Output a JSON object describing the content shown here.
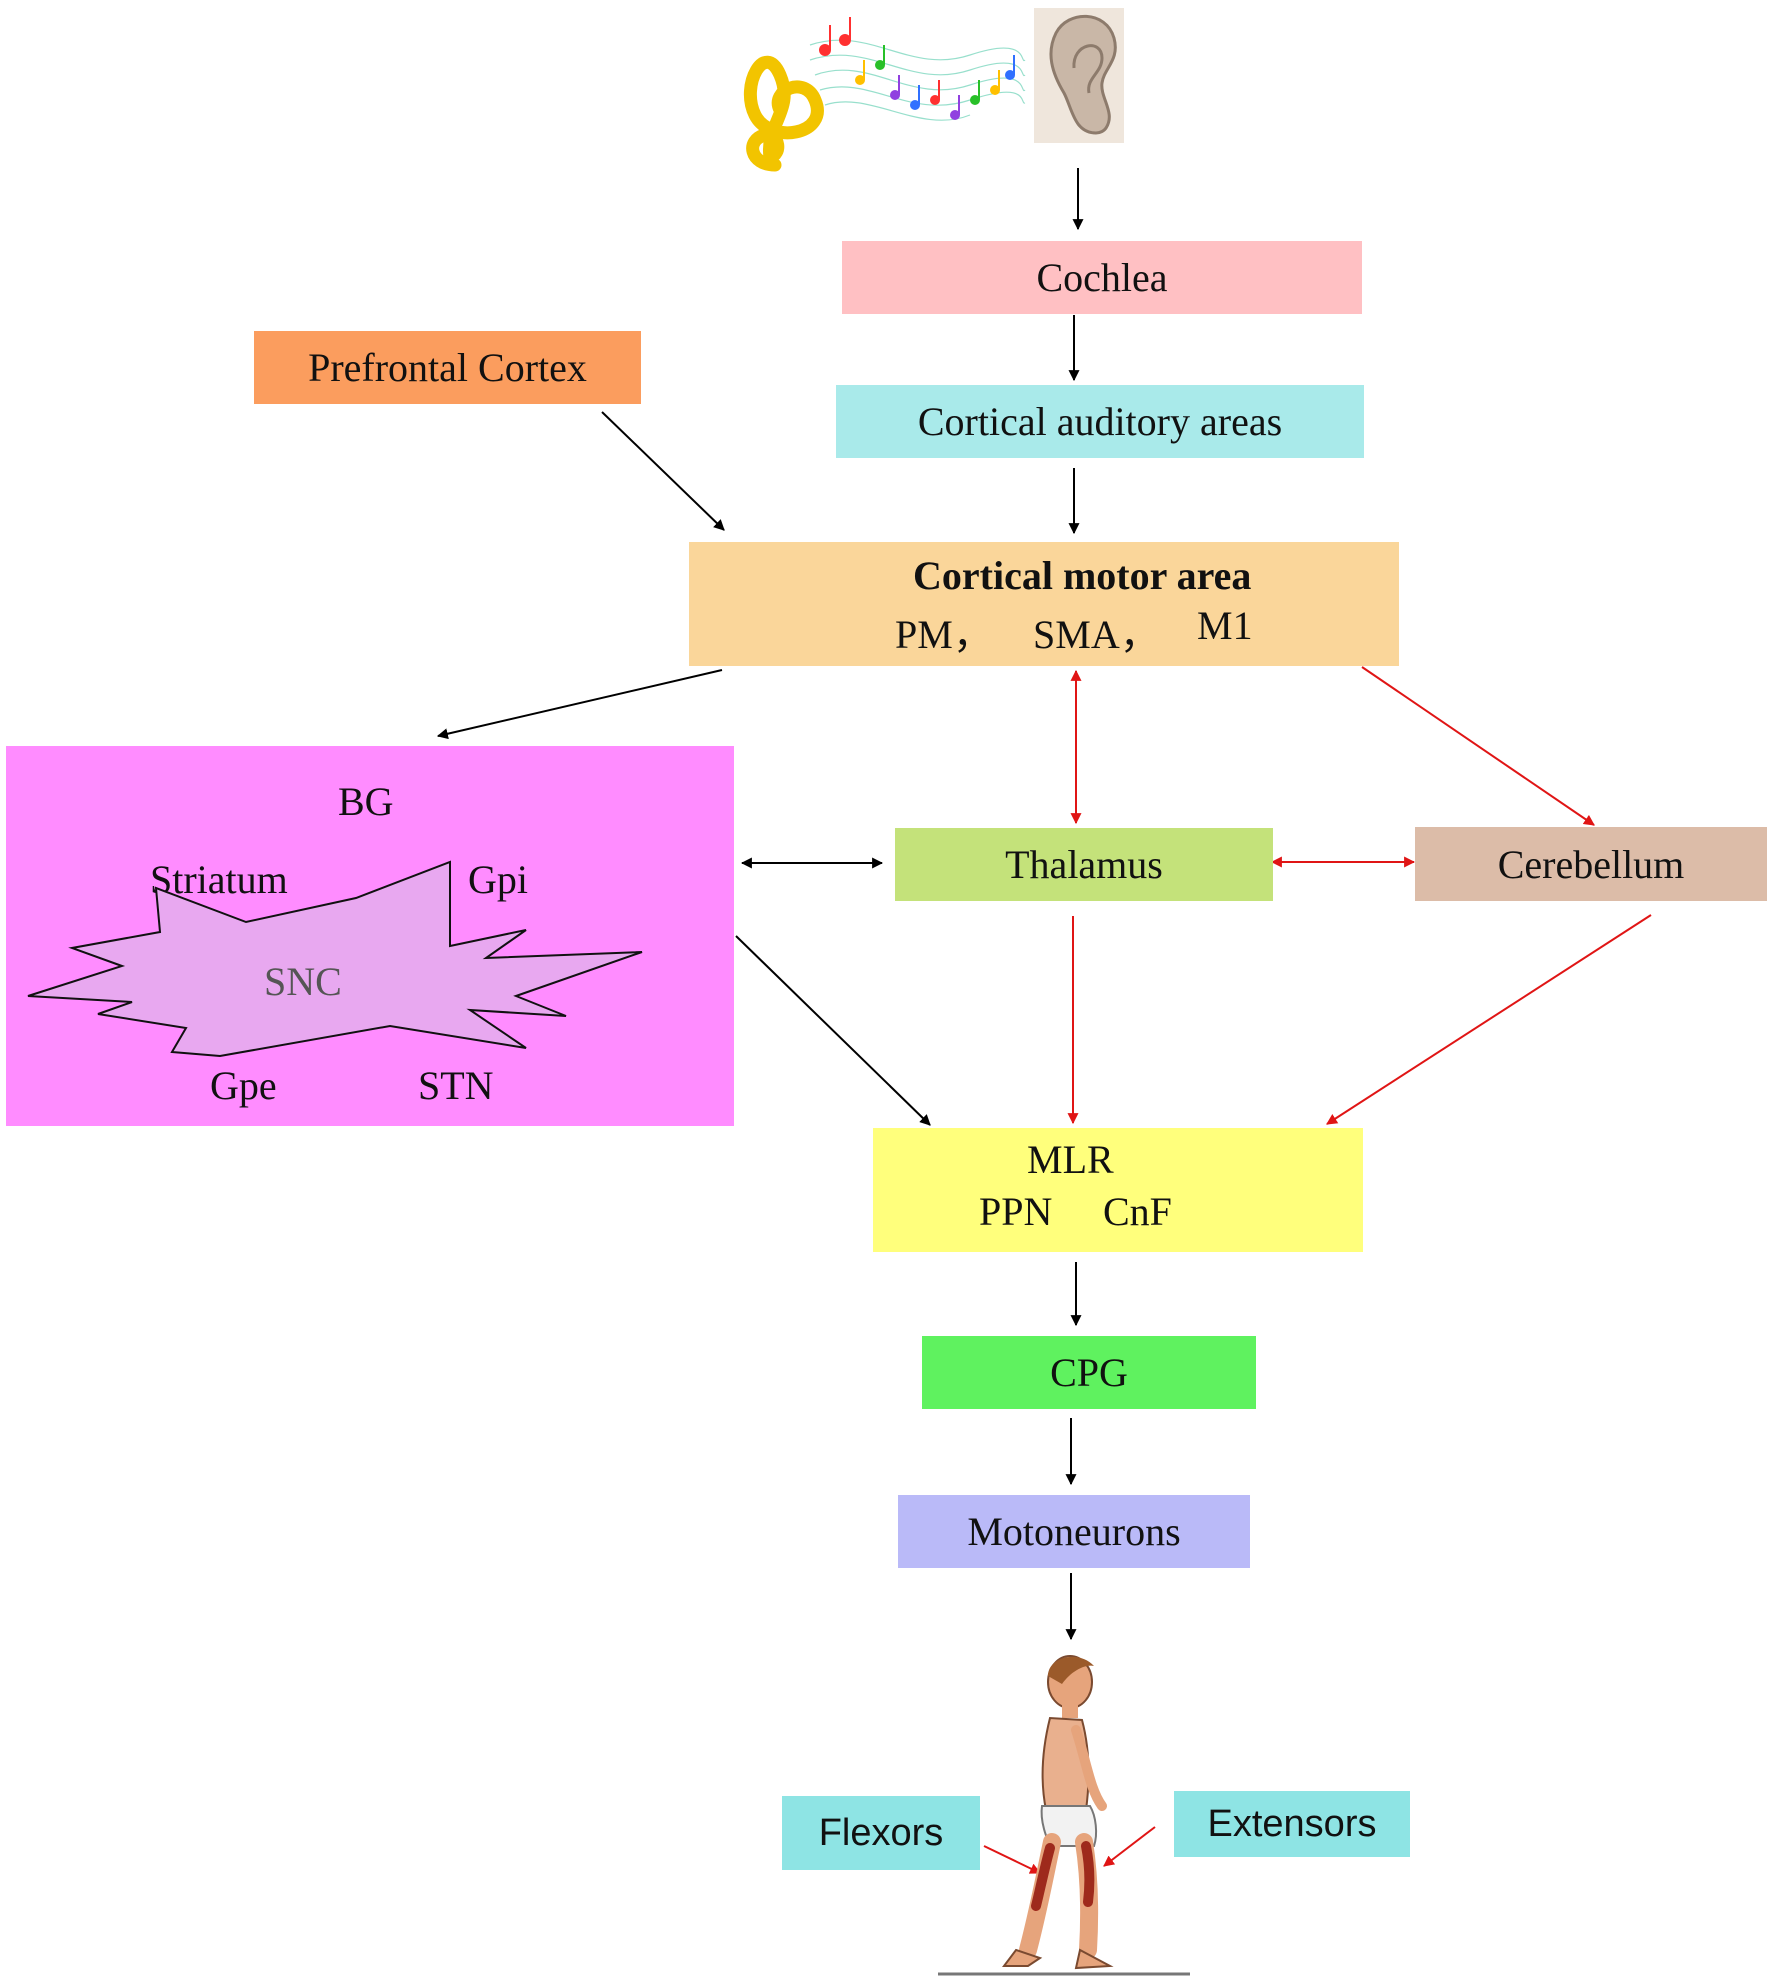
{
  "nodes": {
    "cochlea": "Cochlea",
    "auditory": "Cortical auditory areas",
    "prefrontal": "Prefrontal Cortex",
    "motor_title": "Cortical motor area",
    "motor_pm": "PM，",
    "motor_sma": "SMA，",
    "motor_m1": "M1",
    "bg": "BG",
    "striatum": "Striatum",
    "gpi": "Gpi",
    "snc": "SNC",
    "gpe": "Gpe",
    "stn": "STN",
    "thalamus": "Thalamus",
    "cerebellum": "Cerebellum",
    "mlr": "MLR",
    "ppn": "PPN",
    "cnf": "CnF",
    "cpg": "CPG",
    "motoneurons": "Motoneurons",
    "flexors": "Flexors",
    "extensors": "Extensors"
  },
  "colors": {
    "cochlea": "#ffc0c3",
    "auditory": "#a9eaea",
    "prefrontal": "#fb9d5e",
    "motor": "#fad69a",
    "bg": "#ff8cff",
    "snc": "#e8a8f0",
    "thalamus": "#c4e27a",
    "cerebellum": "#dcbca8",
    "mlr": "#ffff7c",
    "cpg": "#5ff25f",
    "motoneurons": "#babaf8",
    "muscle": "#8ee4e4",
    "arrow_black": "#000000",
    "arrow_red": "#e01515"
  }
}
